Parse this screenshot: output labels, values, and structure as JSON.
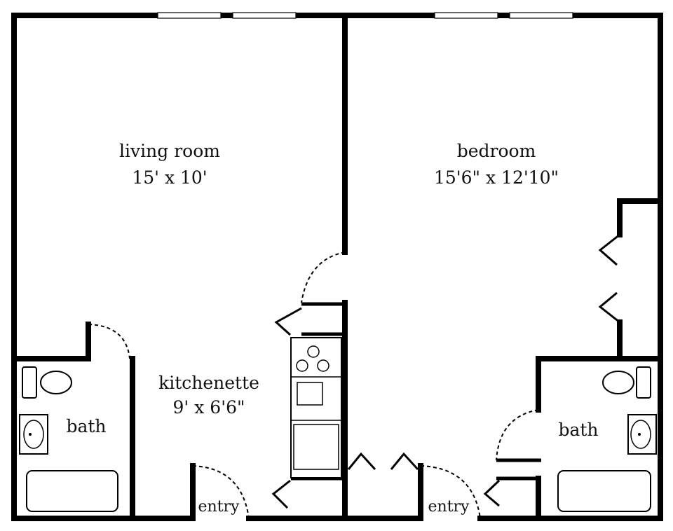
{
  "rooms": {
    "living_room": {
      "name": "living room",
      "size": "15' x 10'"
    },
    "bedroom": {
      "name": "bedroom",
      "size": "15'6\" x 12'10\""
    },
    "kitchenette": {
      "name": "kitchenette",
      "size": "9' x 6'6\""
    },
    "bath_left": {
      "name": "bath"
    },
    "bath_right": {
      "name": "bath"
    },
    "entry_left": {
      "name": "entry"
    },
    "entry_right": {
      "name": "entry"
    }
  },
  "colors": {
    "wall": "#000000",
    "background": "#ffffff",
    "text": "#111111"
  }
}
